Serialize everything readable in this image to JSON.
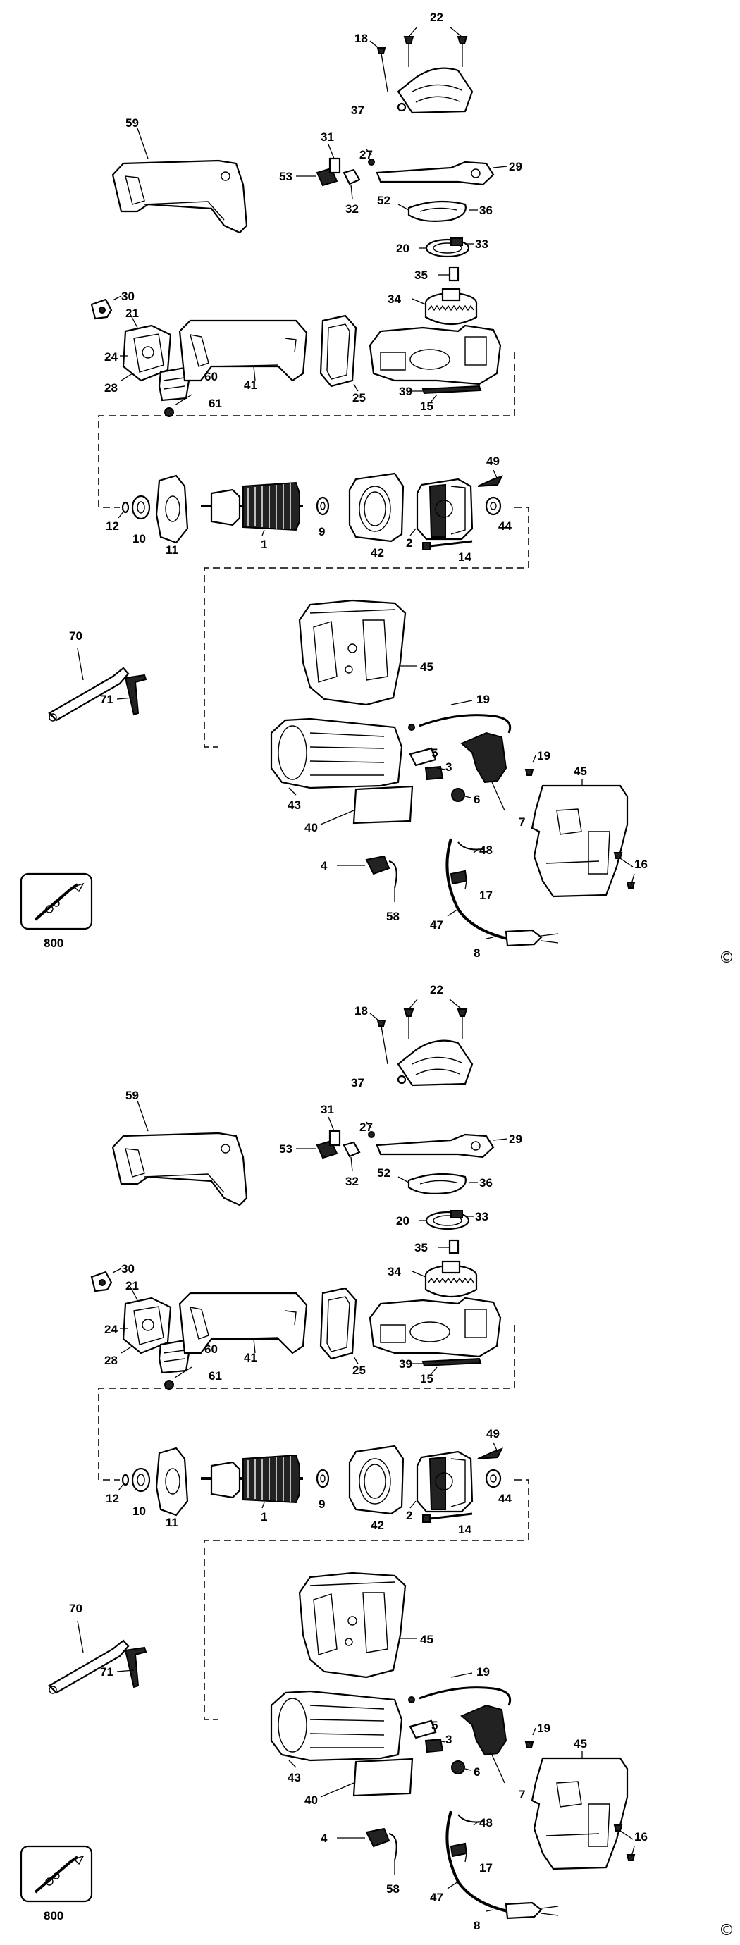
{
  "diagram": {
    "copyright_symbol": "©",
    "accessory_label": "800",
    "labels": {
      "l22": "22",
      "l18": "18",
      "l37": "37",
      "l59": "59",
      "l31": "31",
      "l27": "27",
      "l29": "29",
      "l53": "53",
      "l32": "32",
      "l52": "52",
      "l36": "36",
      "l20": "20",
      "l33": "33",
      "l35": "35",
      "l34": "34",
      "l30": "30",
      "l21": "21",
      "l24": "24",
      "l28": "28",
      "l60": "60",
      "l41": "41",
      "l25": "25",
      "l39": "39",
      "l15": "15",
      "l61": "61",
      "l49": "49",
      "l12": "12",
      "l10": "10",
      "l11": "11",
      "l1": "1",
      "l9": "9",
      "l42": "42",
      "l2": "2",
      "l44": "44",
      "l14": "14",
      "l70": "70",
      "l71": "71",
      "l45a": "45",
      "l19a": "19",
      "l5": "5",
      "l3": "3",
      "l19b": "19",
      "l45b": "45",
      "l43": "43",
      "l6": "6",
      "l40": "40",
      "l7": "7",
      "l4": "4",
      "l48": "48",
      "l16": "16",
      "l17": "17",
      "l58": "58",
      "l47": "47",
      "l8": "8"
    }
  }
}
